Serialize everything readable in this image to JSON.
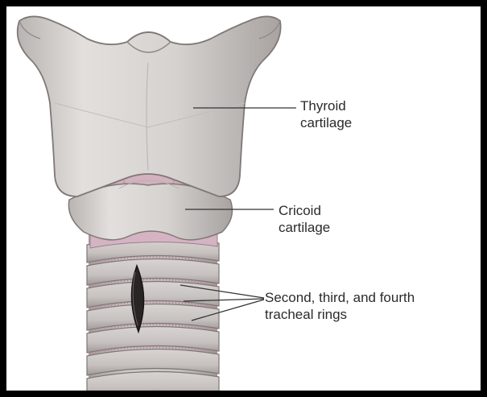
{
  "labels": {
    "thyroid": {
      "line1": "Thyroid",
      "line2": "cartilage"
    },
    "cricoid": {
      "line1": "Cricoid",
      "line2": "cartilage"
    },
    "rings": {
      "line1": "Second, third, and fourth",
      "line2": "tracheal rings"
    }
  },
  "colors": {
    "frame": "#000000",
    "background": "#ffffff",
    "cartilage": "#d9d6d4",
    "cartilage_shadow": "#a9a4a2",
    "membrane": "#c9a3b4",
    "leader_line": "#333333",
    "text": "#2b2b2b"
  }
}
